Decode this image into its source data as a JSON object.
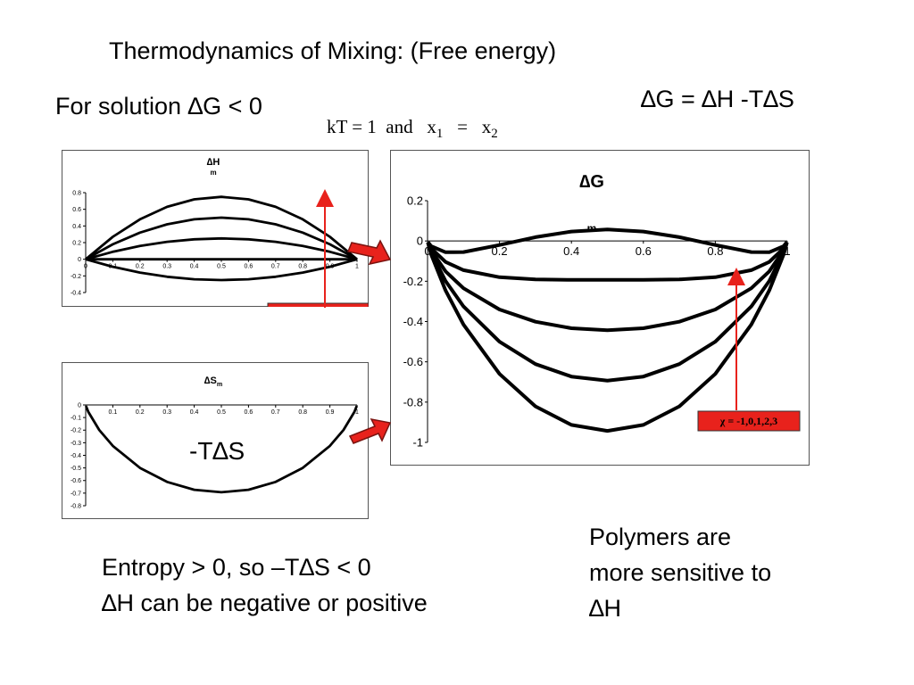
{
  "slide": {
    "title": "Thermodynamics of Mixing: (Free energy)",
    "solution_note": "For solution ∆G < 0",
    "gibbs_equation": "∆G = ∆H -T∆S",
    "conditions": {
      "kt": "kT = 1",
      "and": "and",
      "x1": "x",
      "x1_sub": "1",
      "eq": "=",
      "x2": "x",
      "x2_sub": "2"
    },
    "minus_tds": "-T∆S",
    "entropy_line1": "Entropy > 0, so –T∆S < 0",
    "entropy_line2": "∆H can be negative or positive",
    "polymers_line1": "Polymers are",
    "polymers_line2": "more sensitive to",
    "polymers_line3": "∆H"
  },
  "colors": {
    "arrow_red": "#e8221c",
    "callout_fill": "#e8221c",
    "curve": "#000000"
  },
  "chart_data": [
    {
      "id": "dH",
      "type": "line",
      "title": "∆H",
      "subtitle": "m",
      "xlim": [
        0,
        1
      ],
      "ylim": [
        -0.4,
        0.8
      ],
      "xticks": [
        "0",
        "0.1",
        "0.2",
        "0.3",
        "0.4",
        "0.5",
        "0.6",
        "0.7",
        "0.8",
        "0.9",
        "1"
      ],
      "yticks": [
        "0.8",
        "0.6",
        "0.4",
        "0.2",
        "0",
        "-0.2",
        "-0.4"
      ],
      "x": [
        0,
        0.1,
        0.2,
        0.3,
        0.4,
        0.5,
        0.6,
        0.7,
        0.8,
        0.9,
        1
      ],
      "series": [
        {
          "values": [
            0,
            -0.09,
            -0.16,
            -0.21,
            -0.24,
            -0.25,
            -0.24,
            -0.21,
            -0.16,
            -0.09,
            0
          ]
        },
        {
          "values": [
            0,
            0,
            0,
            0,
            0,
            0,
            0,
            0,
            0,
            0,
            0
          ]
        },
        {
          "values": [
            0,
            0.09,
            0.16,
            0.21,
            0.24,
            0.25,
            0.24,
            0.21,
            0.16,
            0.09,
            0
          ]
        },
        {
          "values": [
            0,
            0.18,
            0.32,
            0.42,
            0.48,
            0.5,
            0.48,
            0.42,
            0.32,
            0.18,
            0
          ]
        },
        {
          "values": [
            0,
            0.27,
            0.48,
            0.63,
            0.72,
            0.75,
            0.72,
            0.63,
            0.48,
            0.27,
            0
          ]
        }
      ],
      "annotation": "χ = -1,0,1,2,3"
    },
    {
      "id": "dS",
      "type": "line",
      "title": "∆S",
      "title_sub": "m",
      "xlim": [
        0,
        1
      ],
      "ylim": [
        -0.8,
        0
      ],
      "xticks": [
        "0.1",
        "0.2",
        "0.3",
        "0.4",
        "0.5",
        "0.6",
        "0.7",
        "0.8",
        "0.9",
        "1"
      ],
      "yticks": [
        "0",
        "-0.1",
        "-0.2",
        "-0.3",
        "-0.4",
        "-0.5",
        "-0.6",
        "-0.7",
        "-0.8"
      ],
      "x": [
        0.001,
        0.01,
        0.05,
        0.1,
        0.2,
        0.3,
        0.4,
        0.5,
        0.6,
        0.7,
        0.8,
        0.9,
        0.95,
        0.99,
        0.999
      ],
      "series": [
        {
          "values": [
            -0.008,
            -0.056,
            -0.199,
            -0.325,
            -0.5,
            -0.611,
            -0.673,
            -0.693,
            -0.673,
            -0.611,
            -0.5,
            -0.325,
            -0.199,
            -0.056,
            -0.008
          ]
        }
      ]
    },
    {
      "id": "dG",
      "type": "line",
      "title": "∆G",
      "subtitle": "m",
      "xlim": [
        0,
        1
      ],
      "ylim": [
        -1,
        0.2
      ],
      "xticks": [
        "0",
        "0.2",
        "0.4",
        "0.6",
        "0.8",
        "1"
      ],
      "yticks": [
        "0.2",
        "0",
        "-0.2",
        "-0.4",
        "-0.6",
        "-0.8",
        "-1"
      ],
      "x": [
        0.001,
        0.01,
        0.05,
        0.1,
        0.2,
        0.3,
        0.4,
        0.5,
        0.6,
        0.7,
        0.8,
        0.9,
        0.95,
        0.99,
        0.999
      ],
      "series": [
        {
          "values": [
            -0.008,
            -0.066,
            -0.246,
            -0.415,
            -0.66,
            -0.821,
            -0.913,
            -0.943,
            -0.913,
            -0.821,
            -0.66,
            -0.415,
            -0.246,
            -0.066,
            -0.008
          ]
        },
        {
          "values": [
            -0.008,
            -0.056,
            -0.199,
            -0.325,
            -0.5,
            -0.611,
            -0.673,
            -0.693,
            -0.673,
            -0.611,
            -0.5,
            -0.325,
            -0.199,
            -0.056,
            -0.008
          ]
        },
        {
          "values": [
            -0.007,
            -0.046,
            -0.151,
            -0.235,
            -0.34,
            -0.401,
            -0.433,
            -0.443,
            -0.433,
            -0.401,
            -0.34,
            -0.235,
            -0.151,
            -0.046,
            -0.007
          ]
        },
        {
          "values": [
            -0.006,
            -0.036,
            -0.104,
            -0.145,
            -0.18,
            -0.191,
            -0.193,
            -0.193,
            -0.193,
            -0.191,
            -0.18,
            -0.145,
            -0.104,
            -0.036,
            -0.006
          ]
        },
        {
          "values": [
            -0.005,
            -0.026,
            -0.056,
            -0.055,
            -0.02,
            0.019,
            0.047,
            0.057,
            0.047,
            0.019,
            -0.02,
            -0.055,
            -0.056,
            -0.026,
            -0.005
          ]
        }
      ],
      "annotation": "χ = -1,0,1,2,3"
    }
  ]
}
